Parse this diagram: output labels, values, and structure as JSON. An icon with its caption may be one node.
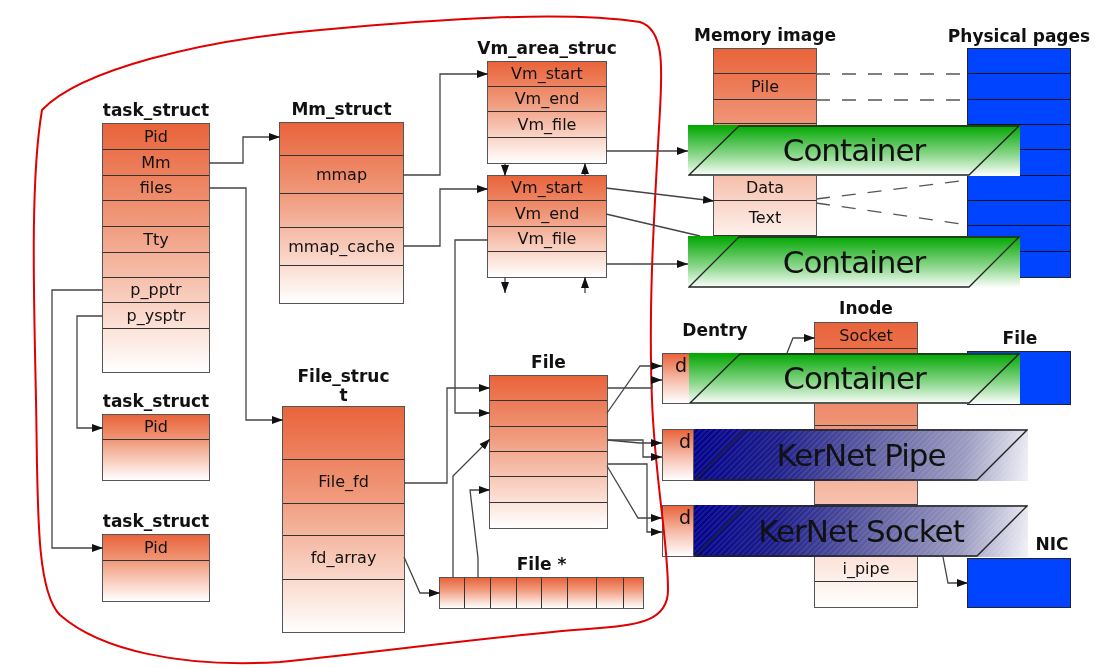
{
  "diagram": {
    "nodes": [
      {
        "text": [
          "task_struct"
        ]
      },
      {
        "text": [
          "Pid"
        ],
        "in": 0
      },
      {
        "text": [
          "Mm"
        ],
        "in": 0
      },
      {
        "text": [
          "files"
        ],
        "in": 0
      },
      {
        "text": [],
        "shape": "box",
        "in": 0
      },
      {
        "text": [
          "Tty"
        ],
        "in": 0
      },
      {
        "text": [],
        "shape": "box",
        "in": 0
      },
      {
        "text": [
          "p_pptr"
        ],
        "in": 0
      },
      {
        "text": [
          "p_ysptr"
        ],
        "in": 0
      },
      {
        "text": [],
        "shape": "box",
        "in": 0
      },
      {
        "text": [
          "Mm_struct"
        ]
      },
      {
        "text": [],
        "shape": "box",
        "in": 10
      },
      {
        "text": [
          "mmap"
        ],
        "in": 10
      },
      {
        "text": [],
        "shape": "box",
        "in": 10
      },
      {
        "text": [
          "mmap_cache"
        ],
        "in": 10
      },
      {
        "text": [],
        "shape": "box",
        "in": 10
      },
      {
        "text": [
          "Vm_area_struc"
        ]
      },
      {
        "text": [
          "Vm_start"
        ],
        "in": 16
      },
      {
        "text": [
          "Vm_end"
        ],
        "in": 16
      },
      {
        "text": [
          "Vm_file"
        ],
        "in": 16
      },
      {
        "text": [],
        "shape": "box",
        "in": 16
      },
      {
        "text": [],
        "shape": "box"
      },
      {
        "text": [
          "Vm_start"
        ],
        "in": 21
      },
      {
        "text": [
          "Vm_end"
        ],
        "in": 21
      },
      {
        "text": [
          "Vm_file"
        ],
        "in": 21
      },
      {
        "text": [],
        "shape": "box",
        "in": 21
      },
      {
        "text": [
          "Memory image"
        ]
      },
      {
        "text": [],
        "shape": "box",
        "in": 26
      },
      {
        "text": [
          "Pile"
        ],
        "in": 26
      },
      {
        "text": [],
        "shape": "box",
        "in": 26
      },
      {
        "text": [
          "Data"
        ],
        "in": 26
      },
      {
        "text": [
          "Text"
        ],
        "in": 26
      },
      {
        "text": [
          "Physical pages"
        ]
      },
      {
        "text": [
          "Container"
        ]
      },
      {
        "text": [
          "Container"
        ]
      },
      {
        "text": [
          "task_struct"
        ]
      },
      {
        "text": [
          "Pid"
        ],
        "in": 35
      },
      {
        "text": [],
        "shape": "box",
        "in": 35
      },
      {
        "text": [
          "Inode"
        ]
      },
      {
        "text": [
          "Socket"
        ],
        "in": 38
      },
      {
        "text": [
          "i_pipe"
        ],
        "in": 38
      },
      {
        "text": [],
        "shape": "box",
        "in": 38
      },
      {
        "text": [
          "Dentry",
          "d"
        ]
      },
      {
        "text": [
          "File"
        ]
      },
      {
        "text": [
          "Container"
        ]
      },
      {
        "text": [
          "File_struct"
        ]
      },
      {
        "text": [],
        "shape": "box",
        "in": 45
      },
      {
        "text": [
          "File_fd"
        ],
        "in": 45
      },
      {
        "text": [],
        "shape": "box",
        "in": 45
      },
      {
        "text": [
          "fd_array"
        ],
        "in": 45
      },
      {
        "text": [],
        "shape": "box",
        "in": 45
      },
      {
        "text": [
          "File"
        ]
      },
      {
        "text": [],
        "shape": "box",
        "in": 51
      },
      {
        "text": [],
        "shape": "box",
        "in": 51
      },
      {
        "text": [],
        "shape": "box",
        "in": 51
      },
      {
        "text": [],
        "shape": "box",
        "in": 51
      },
      {
        "text": [],
        "shape": "box",
        "in": 51
      },
      {
        "text": [],
        "shape": "box",
        "in": 51
      },
      {
        "text": [
          "d"
        ]
      },
      {
        "text": [
          "KerNet Pipe"
        ]
      },
      {
        "text": [
          "task_struct"
        ]
      },
      {
        "text": [
          "Pid"
        ],
        "in": 60
      },
      {
        "text": [],
        "shape": "box",
        "in": 60
      },
      {
        "text": [
          "d"
        ]
      },
      {
        "text": [
          "KerNet Socket"
        ]
      },
      {
        "text": [
          "NIC"
        ]
      },
      {
        "text": [
          "File *"
        ]
      },
      {
        "text": [],
        "shape": "box",
        "in": 66
      },
      {
        "text": [],
        "shape": "box",
        "in": 66
      },
      {
        "text": [],
        "shape": "box",
        "in": 66
      },
      {
        "text": [],
        "shape": "box",
        "in": 66
      },
      {
        "text": [],
        "shape": "box",
        "in": 66
      },
      {
        "text": [],
        "shape": "box",
        "in": 66
      },
      {
        "text": [],
        "shape": "box",
        "in": 66
      },
      {
        "text": [],
        "shape": "box",
        "in": 66
      }
    ],
    "edges": [
      {
        "from": 2,
        "to": 11,
        "arrow": "to"
      },
      {
        "from": 3,
        "to": 46,
        "arrow": "to"
      },
      {
        "from": 7,
        "to": 61,
        "arrow": "to"
      },
      {
        "from": 8,
        "to": 36,
        "arrow": "to"
      },
      {
        "from": 12,
        "to": 17,
        "arrow": "to"
      },
      {
        "from": 14,
        "to": 22,
        "arrow": "to"
      },
      {
        "from": 20,
        "to": 22,
        "arrow": "to"
      },
      {
        "from": 22,
        "to": 20,
        "arrow": "to"
      },
      {
        "from": 25,
        "to": null,
        "arrow": "to"
      },
      {
        "from": null,
        "to": 25,
        "arrow": "to"
      },
      {
        "from": 20,
        "to": 33,
        "arrow": "to"
      },
      {
        "from": 22,
        "to": 30,
        "arrow": "to"
      },
      {
        "from": 23,
        "to": 34,
        "arrow": "none"
      },
      {
        "from": 25,
        "to": 34,
        "arrow": "to"
      },
      {
        "from": 24,
        "to": 53,
        "arrow": "to"
      },
      {
        "from": 47,
        "to": 52,
        "arrow": "to"
      },
      {
        "from": 49,
        "to": 67,
        "arrow": "to"
      },
      {
        "from": 67,
        "to": 54,
        "arrow": "to"
      },
      {
        "from": 68,
        "to": 56,
        "arrow": "to"
      },
      {
        "from": 52,
        "to": 42,
        "arrow": "to"
      },
      {
        "from": 53,
        "to": 42,
        "arrow": "to"
      },
      {
        "from": 54,
        "to": 58,
        "arrow": "to"
      },
      {
        "from": 54,
        "to": 58,
        "arrow": "to"
      },
      {
        "from": 55,
        "to": 63,
        "arrow": "to"
      },
      {
        "from": 55,
        "to": 63,
        "arrow": "to"
      },
      {
        "from": 28,
        "to": 32,
        "arrow": "none",
        "style": "dashed"
      },
      {
        "from": 28,
        "to": 32,
        "arrow": "none",
        "style": "dashed"
      },
      {
        "from": 30,
        "to": 32,
        "arrow": "none",
        "style": "dashed"
      },
      {
        "from": 31,
        "to": 32,
        "arrow": "none",
        "style": "dashed"
      },
      {
        "from": 44,
        "to": 39,
        "arrow": "to"
      },
      {
        "from": 64,
        "to": 65,
        "arrow": "to"
      }
    ]
  }
}
